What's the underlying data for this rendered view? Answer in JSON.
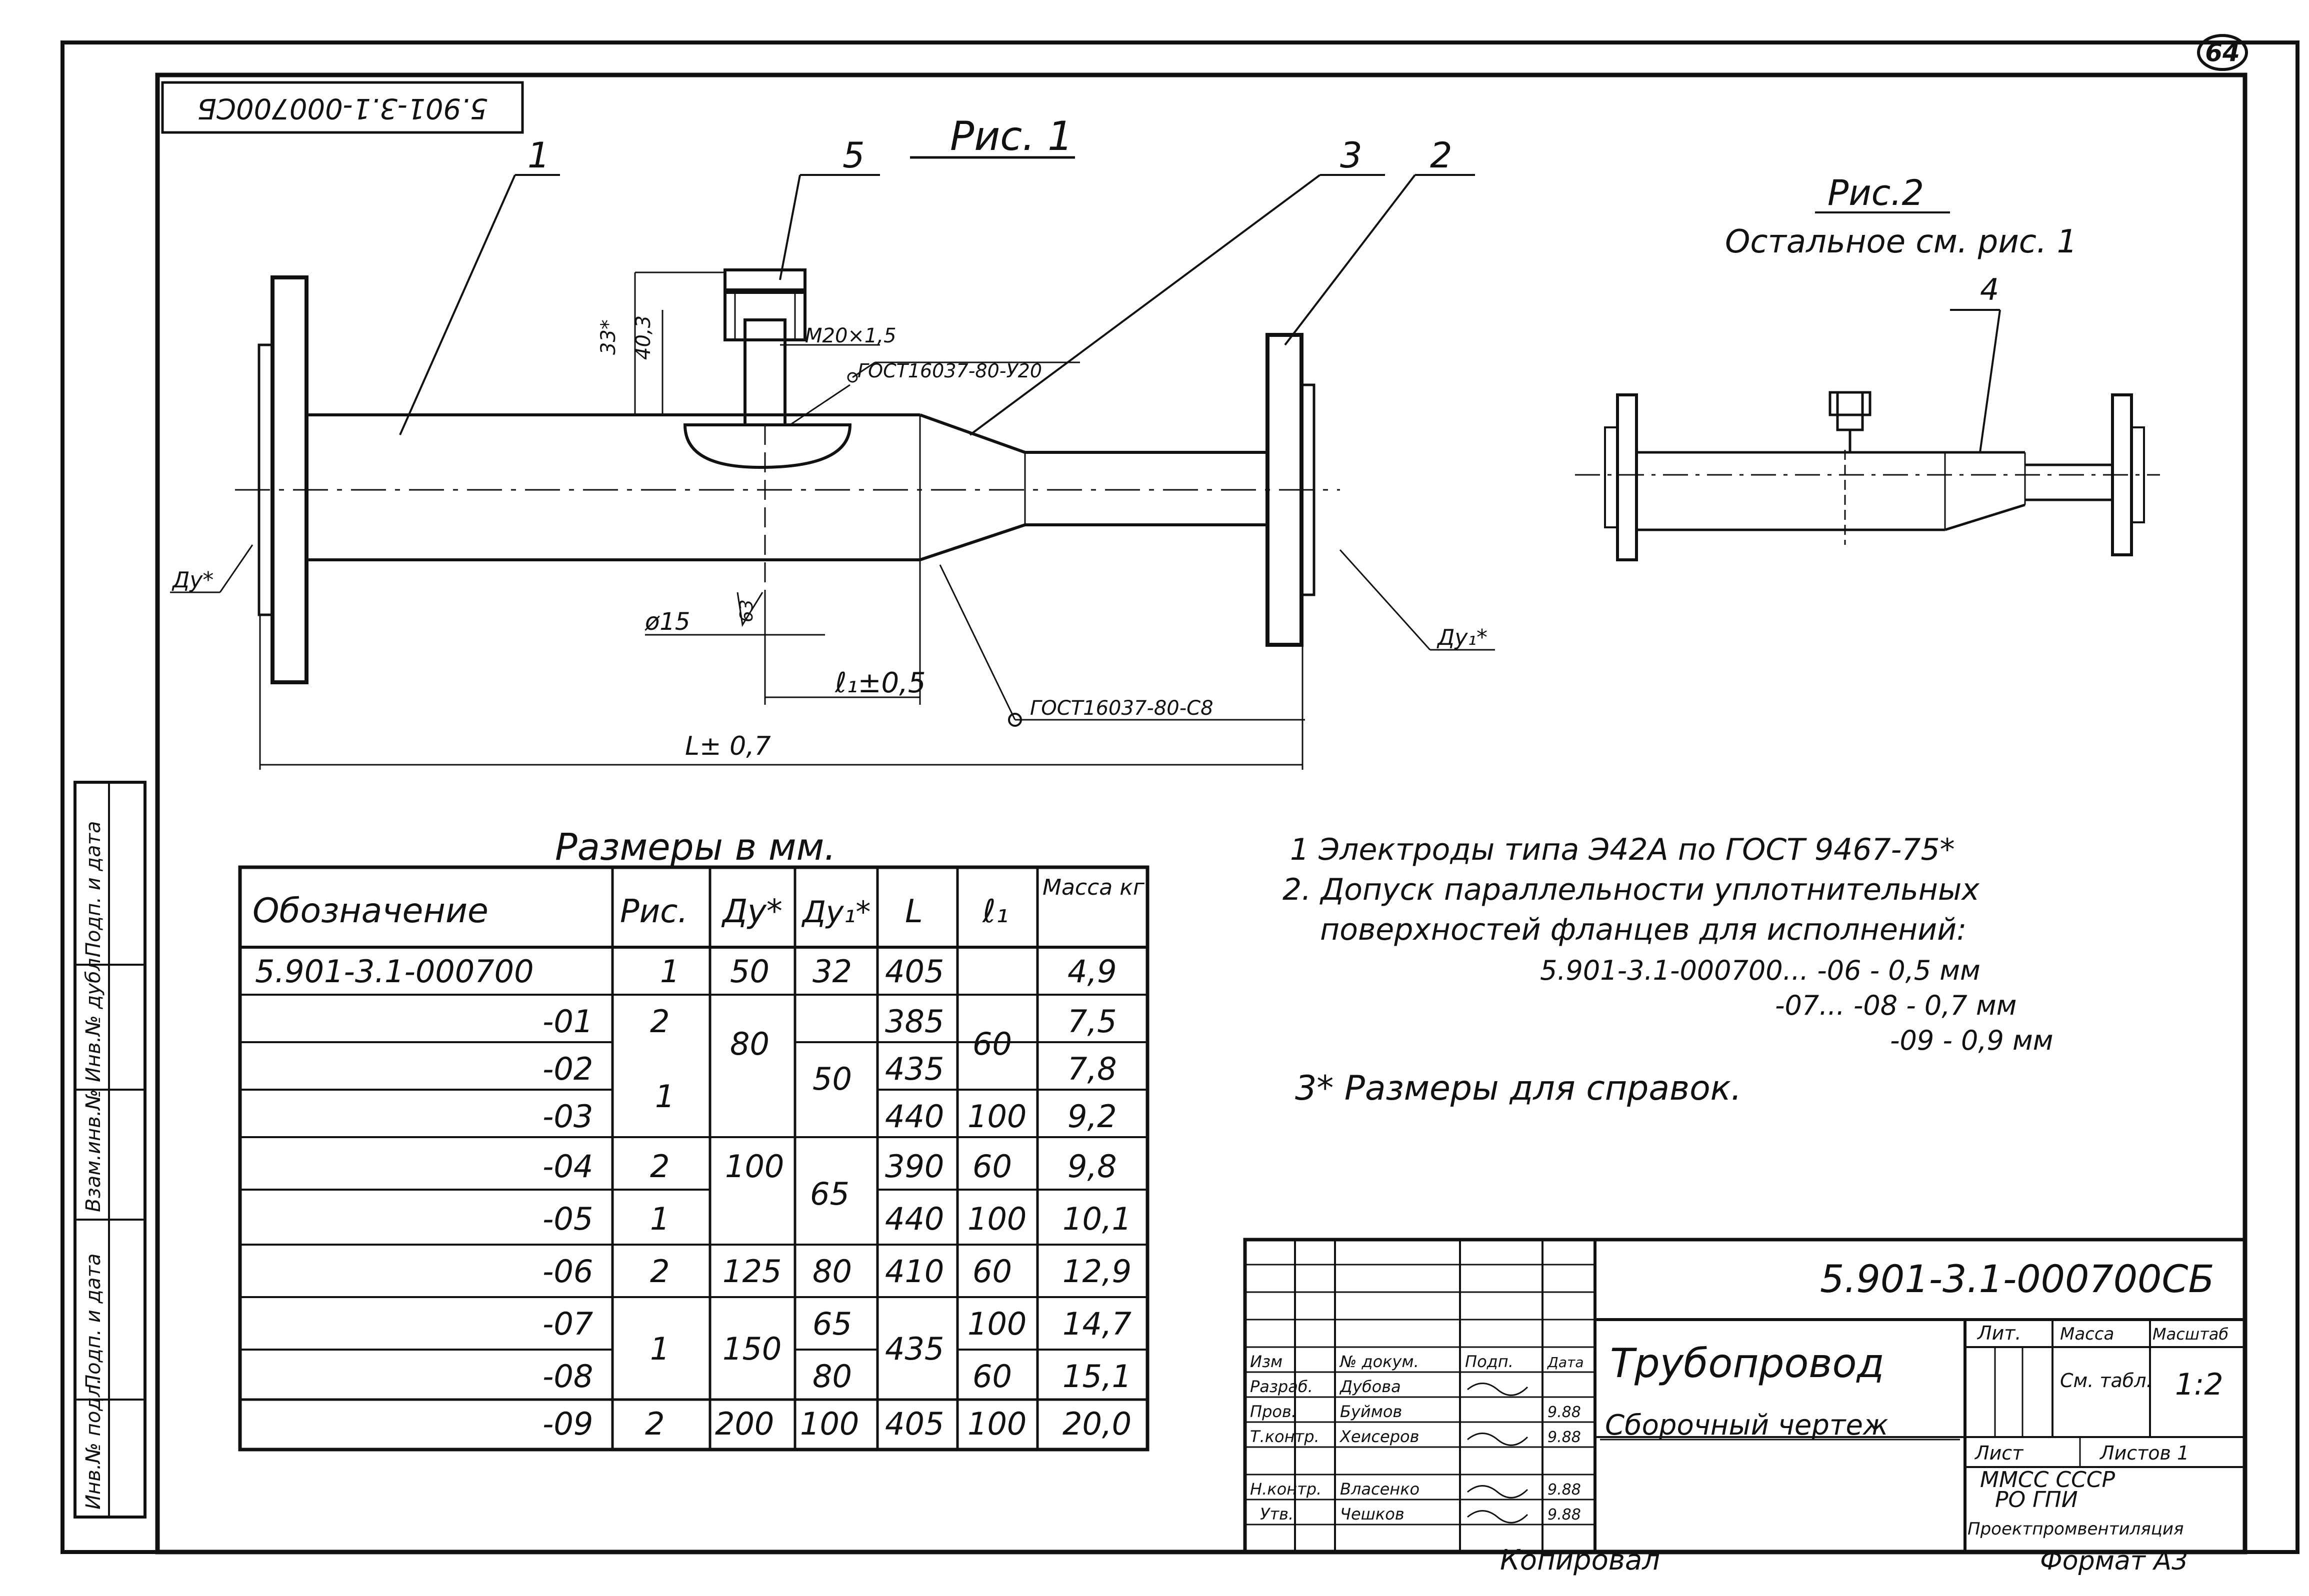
{
  "sheet_number": "64",
  "rotated_code": "5.901-3.1-000700СБ",
  "figure1": {
    "title": "Рис. 1",
    "callouts": [
      "1",
      "5",
      "3",
      "2"
    ],
    "dims": {
      "height_33": "33*",
      "height_40": "40,3",
      "thread": "М20×1,5",
      "weld_top": "ГОСТ16037-80-У20",
      "weld_bottom": "ГОСТ16037-80-С8",
      "dia_15": "ø15",
      "dim_63": "63",
      "l1": "ℓ₁±0,5",
      "L": "L± 0,7",
      "dy_left": "Ду*",
      "dy_right": "Ду₁*"
    }
  },
  "figure2": {
    "title": "Рис.2",
    "subtitle": "Остальное см. рис. 1",
    "callout": "4"
  },
  "table": {
    "caption": "Размеры в мм.",
    "headers": [
      "Обозначение",
      "Рис.",
      "Ду*",
      "Ду₁*",
      "L",
      "ℓ₁",
      "Масса кг."
    ],
    "rows": [
      {
        "designation": "5.901-3.1-000700",
        "fig": "1",
        "dy": "50",
        "dy1": "32",
        "L": "405",
        "l1": "",
        "mass": "4,9"
      },
      {
        "designation": "-01",
        "fig": "2",
        "dy": "",
        "dy1": "",
        "L": "385",
        "l1": "60",
        "mass": "7,5"
      },
      {
        "designation": "-02",
        "fig": "",
        "dy": "80",
        "dy1": "50",
        "L": "435",
        "l1": "",
        "mass": "7,8"
      },
      {
        "designation": "-03",
        "fig": "1",
        "dy": "",
        "dy1": "",
        "L": "440",
        "l1": "100",
        "mass": "9,2"
      },
      {
        "designation": "-04",
        "fig": "2",
        "dy": "100",
        "dy1": "",
        "L": "390",
        "l1": "60",
        "mass": "9,8"
      },
      {
        "designation": "-05",
        "fig": "1",
        "dy": "",
        "dy1": "65",
        "L": "440",
        "l1": "100",
        "mass": "10,1"
      },
      {
        "designation": "-06",
        "fig": "2",
        "dy": "125",
        "dy1": "80",
        "L": "410",
        "l1": "60",
        "mass": "12,9"
      },
      {
        "designation": "-07",
        "fig": "",
        "dy": "",
        "dy1": "65",
        "L": "",
        "l1": "100",
        "mass": "14,7"
      },
      {
        "designation": "-08",
        "fig": "1",
        "dy": "150",
        "dy1": "80",
        "L": "435",
        "l1": "60",
        "mass": "15,1"
      },
      {
        "designation": "-09",
        "fig": "2",
        "dy": "200",
        "dy1": "100",
        "L": "405",
        "l1": "100",
        "mass": "20,0"
      }
    ]
  },
  "notes": [
    "1 Электроды типа Э42А по ГОСТ 9467-75*",
    "2. Допуск параллельности уплотнительных",
    "поверхностей фланцев для исполнений:",
    "5.901-3.1-000700... -06 - 0,5 мм",
    "-07... -08 - 0,7 мм",
    "-09 - 0,9 мм",
    "3* Размеры для справок."
  ],
  "title_block": {
    "code": "5.901-3.1-000700СБ",
    "name": "Трубопровод",
    "doc_type": "Сборочный чертеж",
    "lit_label": "Лит.",
    "mass_label": "Масса",
    "scale_label": "Масштаб",
    "mass_value": "См. табл.",
    "scale_value": "1:2",
    "sheet_label": "Лист",
    "sheets_label": "Листов 1",
    "org_line1": "ММСС СССР",
    "org_line2": "РО ГПИ",
    "org_line3": "Проектпромвентиляция",
    "roles": [
      {
        "role": "Изм",
        "name": "№ докум.",
        "sign": "Подп.",
        "date": "Дата"
      },
      {
        "role": "Разраб.",
        "name": "Дубова",
        "sign": "",
        "date": ""
      },
      {
        "role": "Пров.",
        "name": "Буймов",
        "sign": "",
        "date": "9.88"
      },
      {
        "role": "Т.контр.",
        "name": "Хеисеров",
        "sign": "",
        "date": "9.88"
      },
      {
        "role": "Н.контр.",
        "name": "Власенко",
        "sign": "",
        "date": "9.88"
      },
      {
        "role": "Утв.",
        "name": "Чешков",
        "sign": "",
        "date": "9.88"
      }
    ],
    "lst_label": "Лист",
    "copied": "Копировал",
    "format": "Формат А3"
  },
  "left_strip": [
    "Инв.№ подл.",
    "Подп. и дата",
    "Взам.инв.№",
    "Инв.№ дубл.",
    "Подп. и дата"
  ]
}
